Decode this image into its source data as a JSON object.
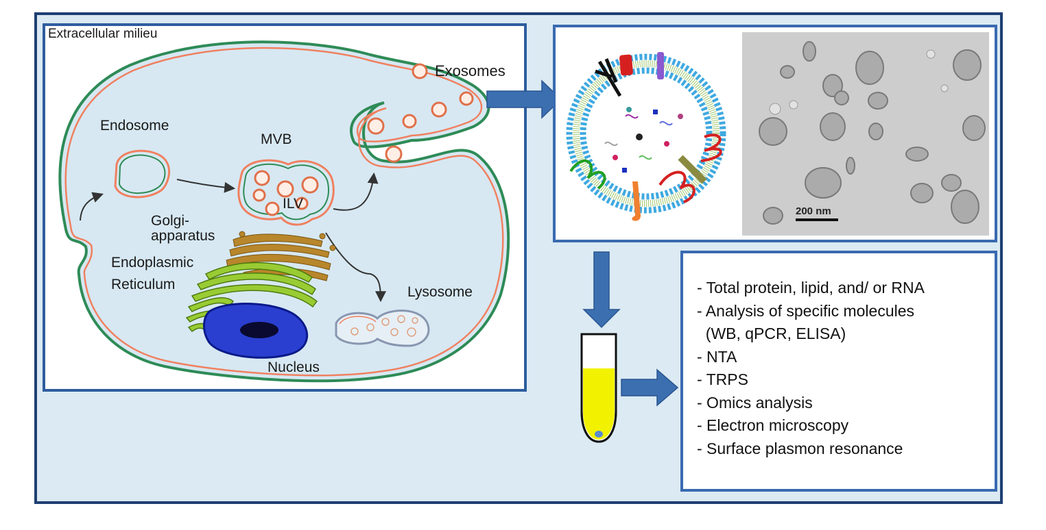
{
  "cell_panel": {
    "milieu_label": "Extracellular milieu",
    "exosomes_label": "Exosomes",
    "endosome_label": "Endosome",
    "mvb_label": "MVB",
    "ilv_label": "ILV",
    "golgi_label_1": "Golgi-",
    "golgi_label_2": "apparatus",
    "er_label_1": "Endoplasmic",
    "er_label_2": "Reticulum",
    "lysosome_label": "Lysosome",
    "nucleus_label": "Nucleus"
  },
  "vesicle_panel": {
    "scale_bar_label": "200 nm"
  },
  "methods_panel": {
    "items": [
      "- Total protein, lipid, and/ or RNA",
      "- Analysis of specific molecules",
      "  (WB, qPCR, ELISA)",
      "- NTA",
      "- TRPS",
      "- Omics analysis",
      "- Electron microscopy",
      "- Surface plasmon resonance"
    ]
  },
  "colors": {
    "frame": "#1f3f73",
    "panel_border": "#3a6ab0",
    "arrow": "#3b6fb0",
    "membrane_outer": "#2e8b57",
    "membrane_inner": "#f08060",
    "golgi": "#b8862b",
    "er": "#99cc33",
    "nucleus": "#2a3fd0",
    "tube_liquid": "#f2f200"
  }
}
